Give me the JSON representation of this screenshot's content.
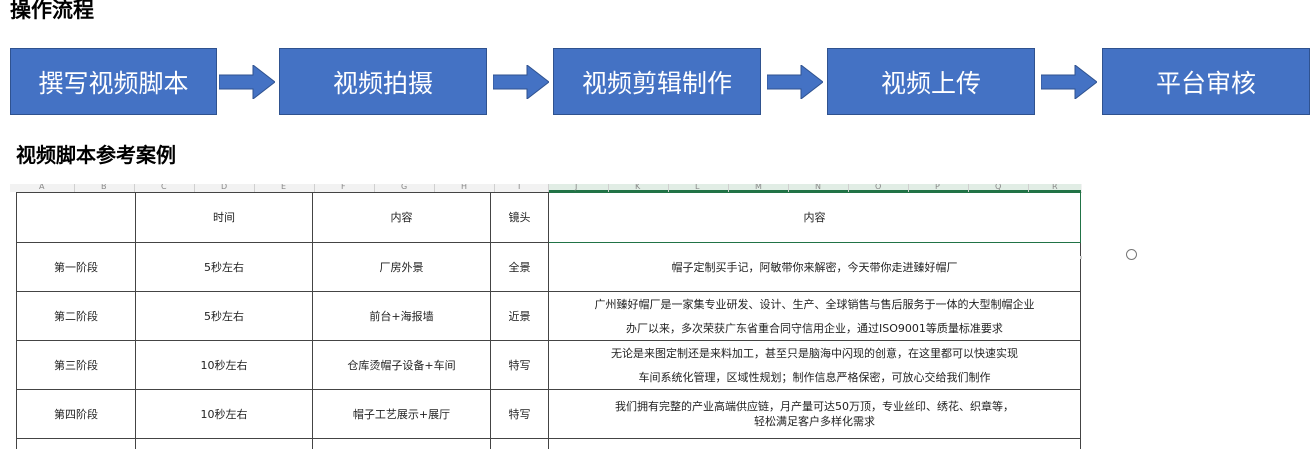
{
  "headings": {
    "process": "操作流程",
    "script_example": "视频脚本参考案例"
  },
  "flow": {
    "steps": [
      "撰写视频脚本",
      "视频拍摄",
      "视频剪辑制作",
      "视频上传",
      "平台审核"
    ],
    "colors": {
      "box": "#4472c4",
      "border": "#2f528f",
      "arrow": "#4472c4"
    }
  },
  "sheet": {
    "column_letters": [
      "A",
      "B",
      "C",
      "D",
      "E",
      "F",
      "G",
      "H",
      "I",
      "J",
      "K",
      "L",
      "M",
      "N",
      "O",
      "P",
      "Q",
      "R"
    ],
    "header": [
      "时间",
      "内容",
      "镜头",
      "内容"
    ],
    "rows": [
      {
        "stage": "第一阶段",
        "time": "5秒左右",
        "content": "厂房外景",
        "shot": "全景",
        "detail": [
          "帽子定制买手记，阿敏带你来解密，今天带你走进臻好帽厂"
        ]
      },
      {
        "stage": "第二阶段",
        "time": "5秒左右",
        "content": "前台+海报墙",
        "shot": "近景",
        "detail": [
          "广州臻好帽厂是一家集专业研发、设计、生产、全球销售与售后服务于一体的大型制帽企业",
          "办厂以来，多次荣获广东省重合同守信用企业，通过ISO9001等质量标准要求"
        ]
      },
      {
        "stage": "第三阶段",
        "time": "10秒左右",
        "content": "仓库烫帽子设备+车间",
        "shot": "特写",
        "detail": [
          "无论是来图定制还是来料加工，甚至只是脑海中闪现的创意，在这里都可以快速实现",
          "车间系统化管理，区域性规划；制作信息严格保密，可放心交给我们制作"
        ]
      },
      {
        "stage": "第四阶段",
        "time": "10秒左右",
        "content": "帽子工艺展示+展厅",
        "shot": "特写",
        "detail": [
          "我们拥有完整的产业高端供应链，月产量可达50万顶，专业丝印、绣花、织章等，",
          "轻松满足客户多样化需求"
        ]
      }
    ],
    "colors": {
      "selection": "#217346",
      "grid": "#444444"
    }
  }
}
